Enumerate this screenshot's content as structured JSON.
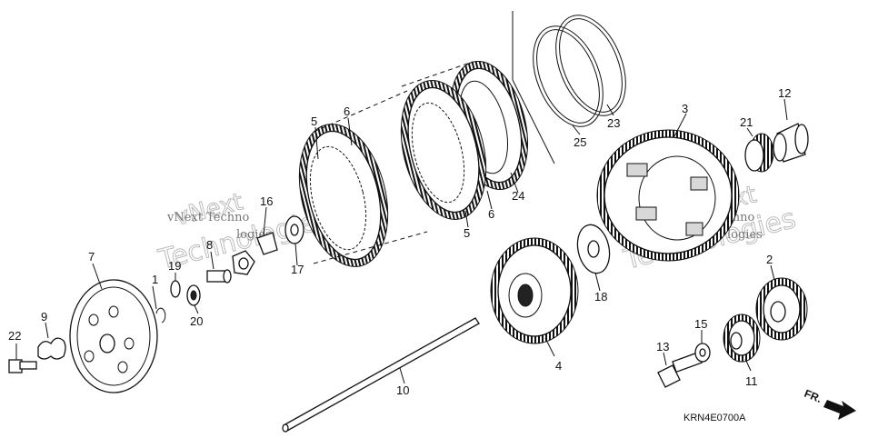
{
  "diagram_code": "KRN4E0700A",
  "front_arrow_label": "FR.",
  "watermark": {
    "line1": "vNext",
    "line2": "Technologies",
    "inline_a": "vNext Techno",
    "inline_b": "logies"
  },
  "callouts": [
    "1",
    "2",
    "3",
    "4",
    "5",
    "5",
    "6",
    "6",
    "7",
    "8",
    "9",
    "10",
    "11",
    "12",
    "13",
    "15",
    "16",
    "17",
    "18",
    "19",
    "20",
    "21",
    "22",
    "23",
    "24",
    "25"
  ]
}
